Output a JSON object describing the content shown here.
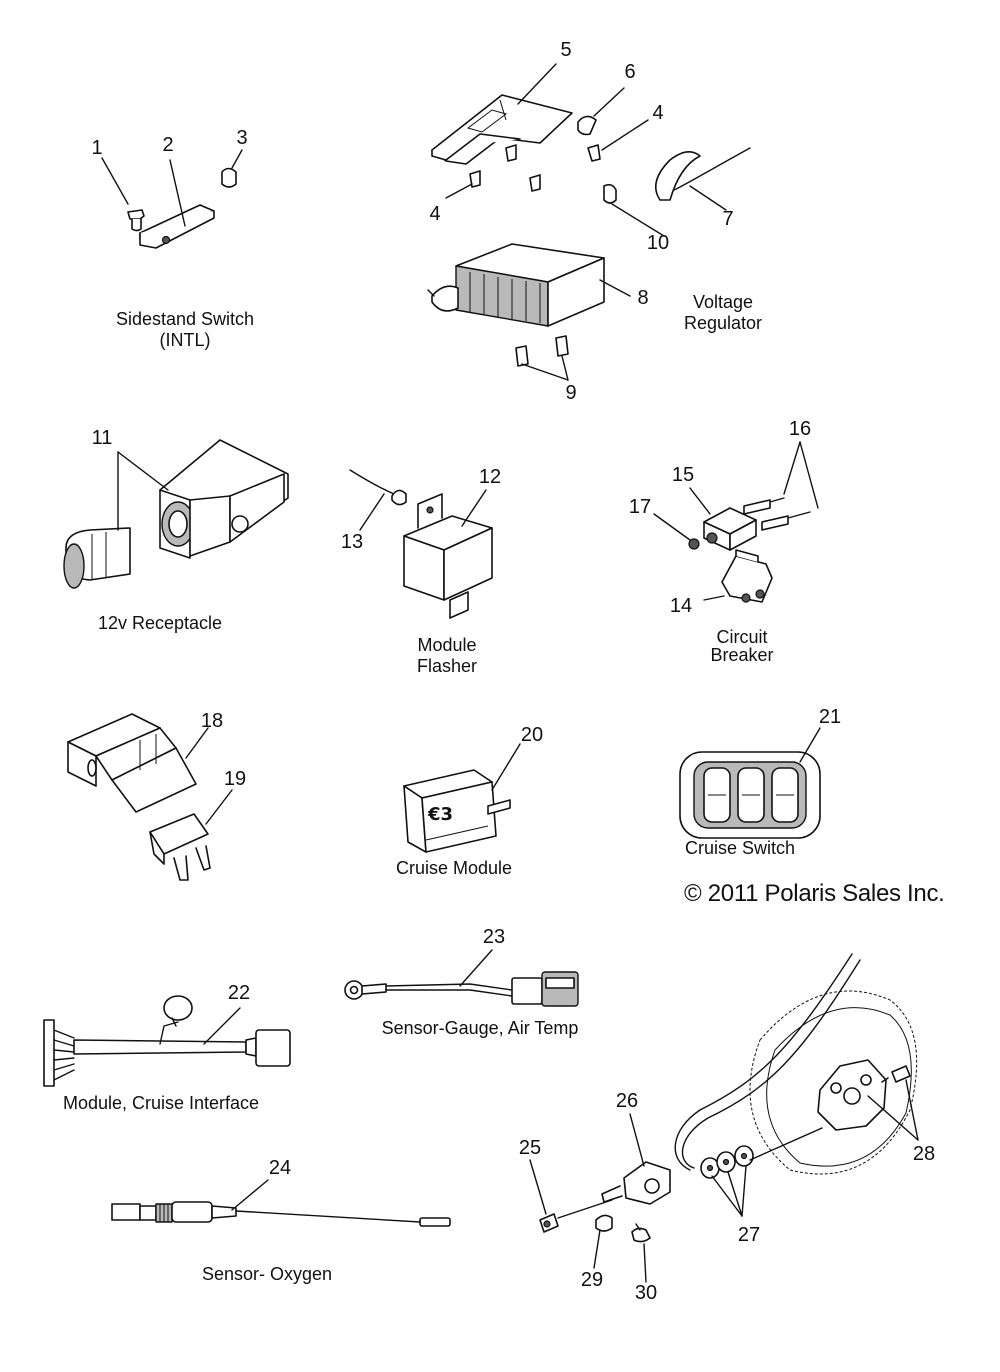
{
  "diagram": {
    "copyright": "© 2011 Polaris Sales Inc.",
    "captions": {
      "sidestand_line1": "Sidestand Switch",
      "sidestand_line2": "(INTL)",
      "voltage_line1": "Voltage",
      "voltage_line2": "Regulator",
      "receptacle": "12v Receptacle",
      "flasher_line1": "Module",
      "flasher_line2": "Flasher",
      "breaker_line1": "Circuit",
      "breaker_line2": "Breaker",
      "cruise_module": "Cruise Module",
      "cruise_switch": "Cruise Switch",
      "air_temp": "Sensor-Gauge, Air Temp",
      "cruise_interface": "Module, Cruise Interface",
      "oxygen": "Sensor- Oxygen"
    },
    "callouts": {
      "n1": "1",
      "n2": "2",
      "n3": "3",
      "n4a": "4",
      "n4b": "4",
      "n5": "5",
      "n6": "6",
      "n7": "7",
      "n8": "8",
      "n9": "9",
      "n10": "10",
      "n11": "11",
      "n12": "12",
      "n13": "13",
      "n14": "14",
      "n15": "15",
      "n16": "16",
      "n17": "17",
      "n18": "18",
      "n19": "19",
      "n20": "20",
      "n21": "21",
      "n22": "22",
      "n23": "23",
      "n24": "24",
      "n25": "25",
      "n26": "26",
      "n27": "27",
      "n28": "28",
      "n29": "29",
      "n30": "30"
    }
  }
}
